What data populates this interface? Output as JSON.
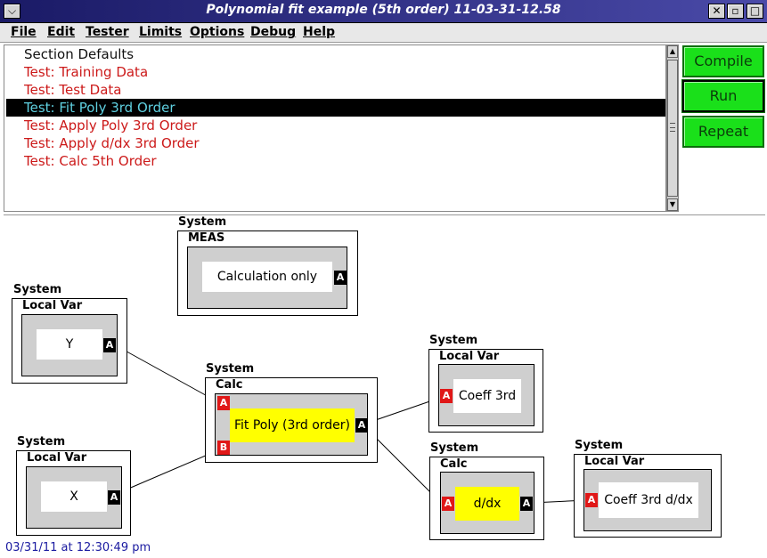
{
  "window": {
    "title": "Polynomial fit example (5th order) 11-03-31-12.58",
    "sys_menu_icon": "⌵",
    "close_icon": "✕",
    "restore_icon": "▫",
    "maximize_icon": "□"
  },
  "menu": [
    "File",
    "Edit",
    "Tester",
    "Limits",
    "Options",
    "Debug",
    "Help"
  ],
  "tests": [
    {
      "label": "Section Defaults",
      "kind": "section"
    },
    {
      "label": "Test: Training Data",
      "kind": "test"
    },
    {
      "label": "Test: Test Data",
      "kind": "test"
    },
    {
      "label": "Test: Fit Poly 3rd Order",
      "kind": "test",
      "selected": true
    },
    {
      "label": "Test: Apply Poly 3rd Order",
      "kind": "test"
    },
    {
      "label": "Test: Apply d/dx 3rd Order",
      "kind": "test"
    },
    {
      "label": "Test: Calc 5th Order",
      "kind": "test"
    }
  ],
  "buttons": {
    "compile": "Compile",
    "run": "Run",
    "repeat": "Repeat"
  },
  "blocks": {
    "meas": {
      "group": "System",
      "kind": "MEAS",
      "label": "Calculation only",
      "port_out": "A"
    },
    "y": {
      "group": "System",
      "kind": "Local Var",
      "label": "Y",
      "port_out": "A"
    },
    "x": {
      "group": "System",
      "kind": "Local Var",
      "label": "X",
      "port_out": "A"
    },
    "fit": {
      "group": "System",
      "kind": "Calc",
      "label": "Fit Poly (3rd order)",
      "port_in_a": "A",
      "port_in_b": "B",
      "port_out": "A"
    },
    "coeff": {
      "group": "System",
      "kind": "Local Var",
      "label": "Coeff 3rd",
      "port_in": "A"
    },
    "ddx": {
      "group": "System",
      "kind": "Calc",
      "label": "d/dx",
      "port_in": "A",
      "port_out": "A"
    },
    "coeff_ddx": {
      "group": "System",
      "kind": "Local Var",
      "label": "Coeff 3rd d/dx",
      "port_in": "A"
    }
  },
  "status": {
    "timestamp": "03/31/11 at 12:30:49 pm"
  },
  "colors": {
    "test_text": "#cc1a1a",
    "selected_text": "#5fd0e0",
    "button_green": "#1ae01a",
    "highlight_yellow": "#ffff00"
  }
}
